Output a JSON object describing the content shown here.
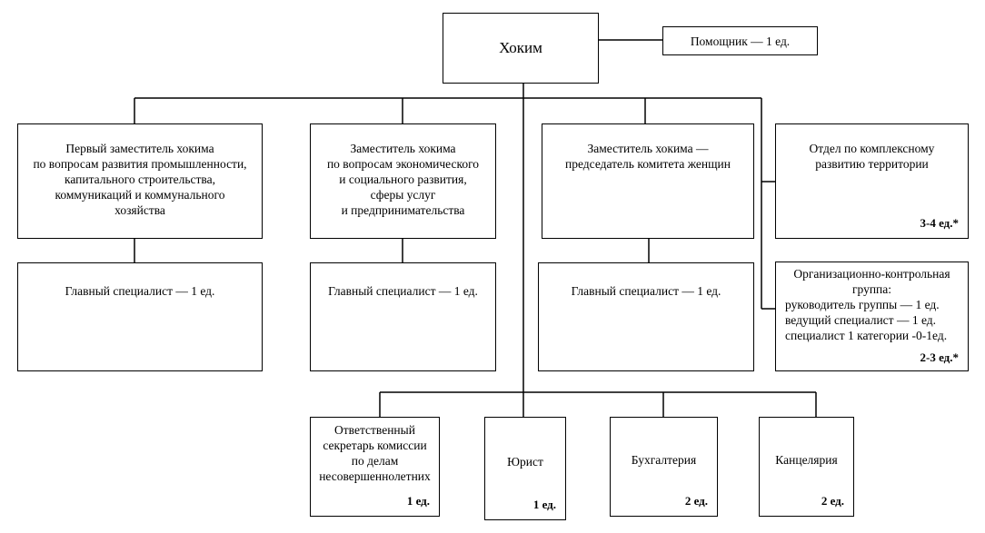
{
  "head": {
    "title": "Хоким"
  },
  "assistant": {
    "label": "Помощник — 1 ед."
  },
  "deputies": [
    {
      "title": "Первый заместитель хокима\nпо вопросам развития промышленности,\nкапитального строительства,\nкоммуникаций и коммунального\nхозяйства",
      "specialist": "Главный специалист — 1 ед."
    },
    {
      "title": "Заместитель хокима\nпо вопросам экономического\nи социального развития,\nсферы услуг\nи предпринимательства",
      "specialist": "Главный специалист — 1 ед."
    },
    {
      "title": "Заместитель хокима —\nпредседатель комитета женщин",
      "specialist": "Главный специалист — 1 ед."
    }
  ],
  "department": {
    "title": "Отдел по комплексному\nразвитию территории",
    "count": "3-4 ед.*"
  },
  "control_group": {
    "title": "Организационно-контрольная\nгруппа:",
    "lines": "руководитель группы — 1 ед.\nведущий специалист — 1 ед.\nспециалист 1 категории -0-1ед.",
    "count": "2-3 ед.*"
  },
  "bottom_units": [
    {
      "title": "Ответственный\nсекретарь комиссии\nпо делам\nнесовершеннолетних",
      "count": "1 ед."
    },
    {
      "title": "Юрист",
      "count": "1 ед."
    },
    {
      "title": "Бухгалтерия",
      "count": "2 ед."
    },
    {
      "title": "Канцелярия",
      "count": "2 ед."
    }
  ]
}
